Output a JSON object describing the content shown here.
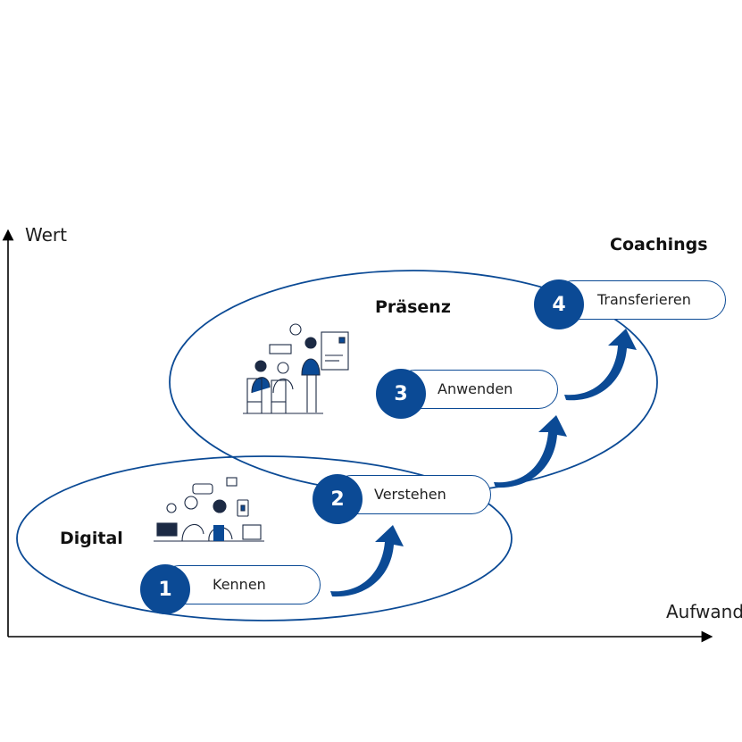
{
  "axes": {
    "y_label": "Wert",
    "x_label": "Aufwand"
  },
  "groups": [
    {
      "id": "digital",
      "label": "Digital"
    },
    {
      "id": "praesenz",
      "label": "Präsenz"
    },
    {
      "id": "coachings",
      "label": "Coachings"
    }
  ],
  "steps": [
    {
      "number": "1",
      "label": "Kennen"
    },
    {
      "number": "2",
      "label": "Verstehen"
    },
    {
      "number": "3",
      "label": "Anwenden"
    },
    {
      "number": "4",
      "label": "Transferieren"
    }
  ],
  "colors": {
    "primary": "#0b4a95",
    "ink": "#1c2a44",
    "text": "#1b1b1b"
  },
  "icons": [
    "digital-meeting-illustration",
    "classroom-presentation-illustration",
    "curved-arrow-icon"
  ]
}
